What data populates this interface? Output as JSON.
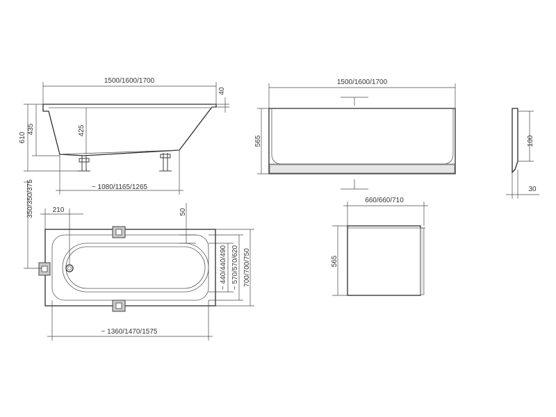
{
  "dimensions": {
    "side_length": "1500/1600/1700",
    "side_rim": "40",
    "side_total_height": "610",
    "side_tub_depth": "435",
    "side_inner_depth": "425",
    "side_bottom_length": "~ 1080/1165/1265",
    "front_panel_length": "1500/1600/1700",
    "front_panel_height": "565",
    "profile_height": "100",
    "profile_depth": "30",
    "top_drain_offset": "350/350/375",
    "top_inner_start": "210",
    "top_rim": "50",
    "top_inner_width": "~ 440/440/490",
    "top_inner_width_2": "~ 570/570/620",
    "top_outer_width": "700/700/750",
    "top_inner_length": "~ 1360/1470/1575",
    "end_panel_width": "660/660/710",
    "end_panel_height": "565"
  },
  "colors": {
    "line": "#3a3a3a",
    "background": "#ffffff",
    "fitting": "#c9c9c9"
  }
}
